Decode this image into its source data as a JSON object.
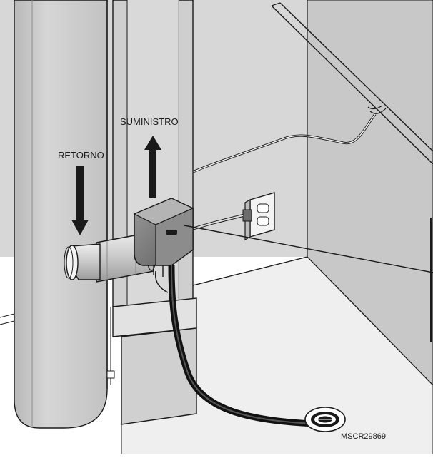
{
  "labels": {
    "supply": "SUMINISTRO",
    "return": "RETORNO",
    "figure_code": "MSCR29869"
  },
  "colors": {
    "line": "#1a1a1a",
    "wall_light": "#dcdcdc",
    "wall_mid": "#c4c4c4",
    "floor": "#efefef",
    "duct_light": "#d8d8d8",
    "duct_dark": "#a9a9a9",
    "device_dark": "#7a7a7a",
    "device_light": "#bdbdbd",
    "hose": "#111111"
  },
  "icons": [
    "supply-arrow-icon",
    "return-arrow-icon",
    "floor-drain-icon",
    "electrical-outlet-icon",
    "humidifier-icon"
  ]
}
